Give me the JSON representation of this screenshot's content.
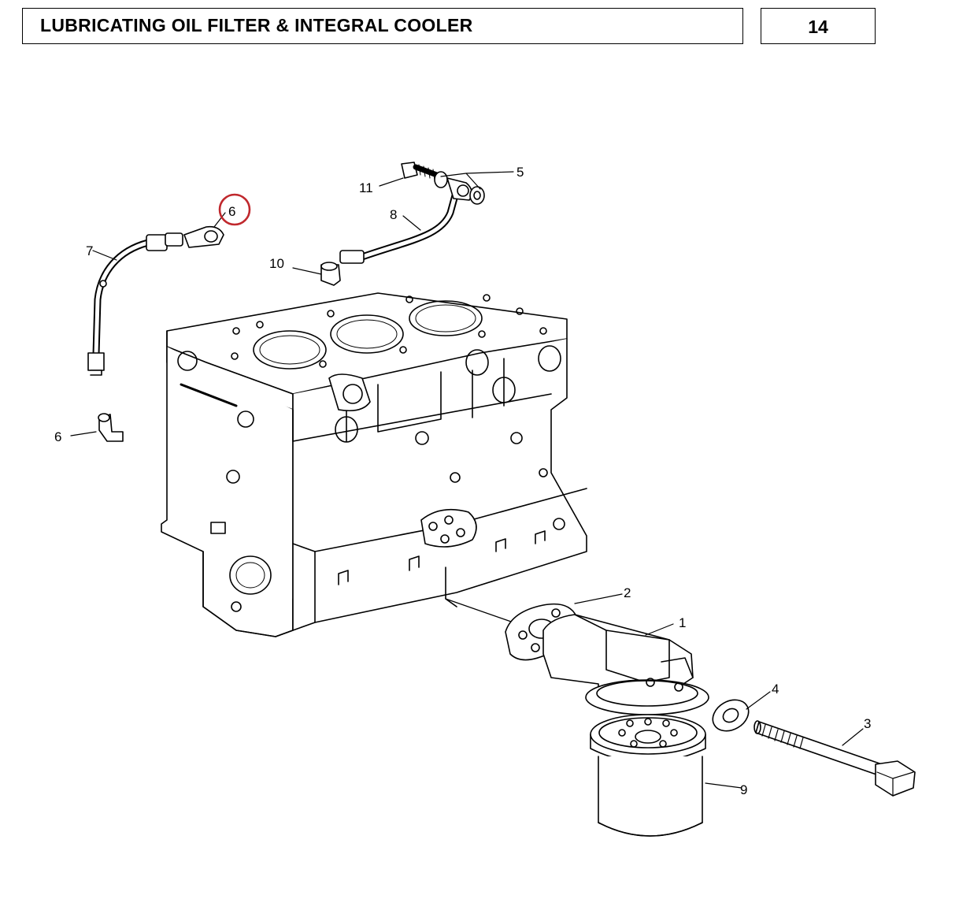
{
  "header": {
    "title": "LUBRICATING OIL FILTER & INTEGRAL COOLER",
    "page_number": "14"
  },
  "highlight_color": "#c0282d",
  "callouts": [
    {
      "id": "1",
      "text": "1"
    },
    {
      "id": "2",
      "text": "2"
    },
    {
      "id": "3",
      "text": "3"
    },
    {
      "id": "4",
      "text": "4"
    },
    {
      "id": "5",
      "text": "5"
    },
    {
      "id": "6a",
      "text": "6"
    },
    {
      "id": "6b",
      "text": "6"
    },
    {
      "id": "7",
      "text": "7"
    },
    {
      "id": "8",
      "text": "8"
    },
    {
      "id": "9",
      "text": "9"
    },
    {
      "id": "10",
      "text": "10"
    },
    {
      "id": "11",
      "text": "11"
    }
  ]
}
